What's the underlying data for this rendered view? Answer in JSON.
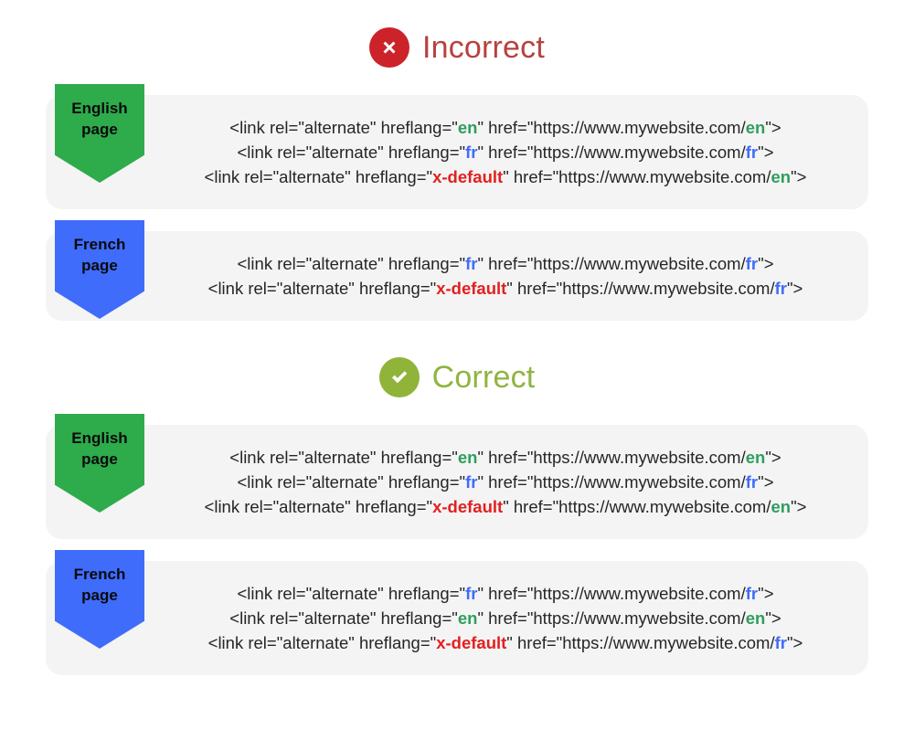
{
  "sections": [
    {
      "id": "incorrect",
      "icon": "x-circle-icon",
      "label": "Incorrect",
      "icon_color": "#cc2229",
      "label_color": "#b8413f",
      "cards": [
        {
          "tag": {
            "color": "#2eab4b",
            "line1": "English",
            "line2": "page"
          },
          "lines": [
            {
              "pre": "<link rel=\"alternate\" hreflang=\"",
              "code": "en",
              "code_kind": "en",
              "mid": "\" href=\"https://www.mywebsite.com/",
              "url_code": "en",
              "url_kind": "en",
              "post": "\">"
            },
            {
              "pre": "<link rel=\"alternate\" hreflang=\"",
              "code": "fr",
              "code_kind": "fr",
              "mid": "\" href=\"https://www.mywebsite.com/",
              "url_code": "fr",
              "url_kind": "fr",
              "post": "\">"
            },
            {
              "pre": "<link rel=\"alternate\" hreflang=\"",
              "code": "x-default",
              "code_kind": "xd",
              "mid": "\" href=\"https://www.mywebsite.com/",
              "url_code": "en",
              "url_kind": "en",
              "post": "\">"
            }
          ]
        },
        {
          "tag": {
            "color": "#3f6cfb",
            "line1": "French",
            "line2": "page"
          },
          "lines": [
            {
              "pre": "<link rel=\"alternate\" hreflang=\"",
              "code": "fr",
              "code_kind": "fr",
              "mid": "\" href=\"https://www.mywebsite.com/",
              "url_code": "fr",
              "url_kind": "fr",
              "post": "\">"
            },
            {
              "pre": "<link rel=\"alternate\" hreflang=\"",
              "code": "x-default",
              "code_kind": "xd",
              "mid": "\" href=\"https://www.mywebsite.com/",
              "url_code": "fr",
              "url_kind": "fr",
              "post": "\">"
            }
          ]
        }
      ]
    },
    {
      "id": "correct",
      "icon": "check-circle-icon",
      "label": "Correct",
      "icon_color": "#8fb439",
      "label_color": "#8fb53f",
      "cards": [
        {
          "tag": {
            "color": "#2eab4b",
            "line1": "English",
            "line2": "page"
          },
          "lines": [
            {
              "pre": "<link rel=\"alternate\" hreflang=\"",
              "code": "en",
              "code_kind": "en",
              "mid": "\" href=\"https://www.mywebsite.com/",
              "url_code": "en",
              "url_kind": "en",
              "post": "\">"
            },
            {
              "pre": "<link rel=\"alternate\" hreflang=\"",
              "code": "fr",
              "code_kind": "fr",
              "mid": "\" href=\"https://www.mywebsite.com/",
              "url_code": "fr",
              "url_kind": "fr",
              "post": "\">"
            },
            {
              "pre": "<link rel=\"alternate\" hreflang=\"",
              "code": "x-default",
              "code_kind": "xd",
              "mid": "\" href=\"https://www.mywebsite.com/",
              "url_code": "en",
              "url_kind": "en",
              "post": "\">"
            }
          ]
        },
        {
          "tag": {
            "color": "#3f6cfb",
            "line1": "French",
            "line2": "page"
          },
          "lines": [
            {
              "pre": "<link rel=\"alternate\" hreflang=\"",
              "code": "fr",
              "code_kind": "fr",
              "mid": "\" href=\"https://www.mywebsite.com/",
              "url_code": "fr",
              "url_kind": "fr",
              "post": "\">"
            },
            {
              "pre": "<link rel=\"alternate\" hreflang=\"",
              "code": "en",
              "code_kind": "en",
              "mid": "\" href=\"https://www.mywebsite.com/",
              "url_code": "en",
              "url_kind": "en",
              "post": "\">"
            },
            {
              "pre": "<link rel=\"alternate\" hreflang=\"",
              "code": "x-default",
              "code_kind": "xd",
              "mid": "\" href=\"https://www.mywebsite.com/",
              "url_code": "fr",
              "url_kind": "fr",
              "post": "\">"
            }
          ]
        }
      ]
    }
  ],
  "colors": {
    "background": "#ffffff",
    "card_background": "#f4f4f4",
    "code_text": "#262626",
    "token_en": "#2f9e5e",
    "token_fr": "#3f6cfb",
    "token_xdefault": "#e32020",
    "tag_text": "#0a0a0a"
  }
}
